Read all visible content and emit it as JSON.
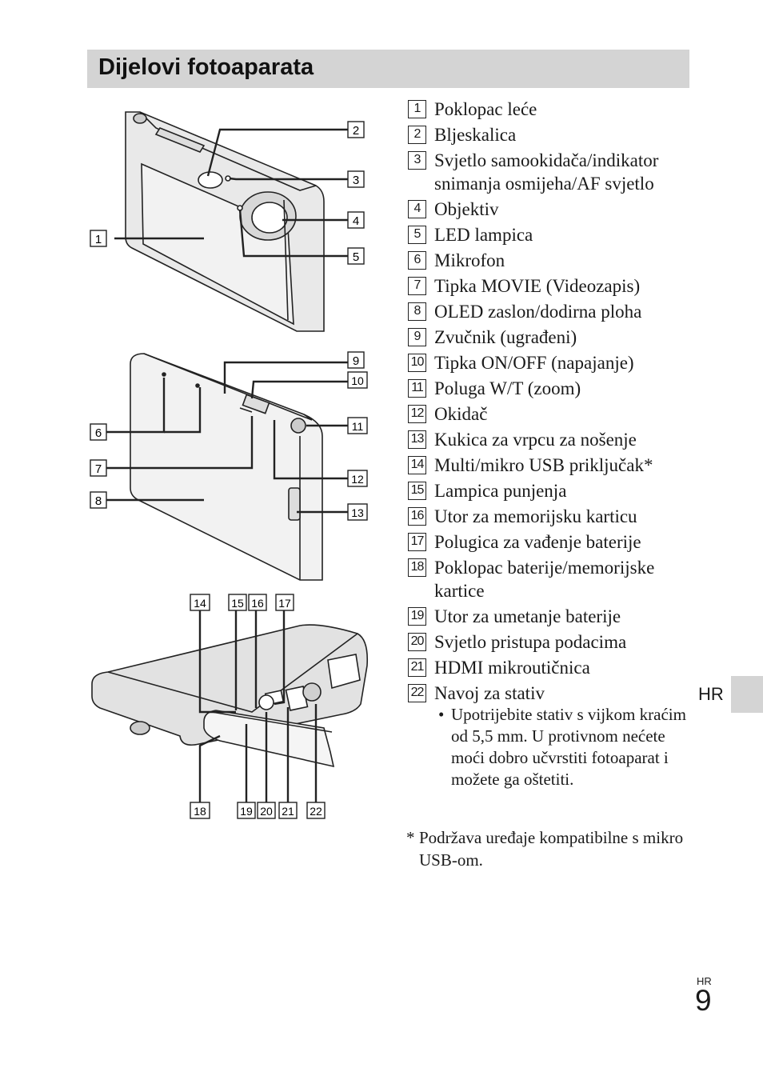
{
  "title": "Dijelovi fotoaparata",
  "parts": [
    {
      "num": "1",
      "label": "Poklopac leće"
    },
    {
      "num": "2",
      "label": "Bljeskalica"
    },
    {
      "num": "3",
      "label": "Svjetlo samookidača/indikator snimanja osmijeha/AF svjetlo"
    },
    {
      "num": "4",
      "label": "Objektiv"
    },
    {
      "num": "5",
      "label": "LED lampica"
    },
    {
      "num": "6",
      "label": "Mikrofon"
    },
    {
      "num": "7",
      "label": "Tipka MOVIE (Videozapis)"
    },
    {
      "num": "8",
      "label": "OLED zaslon/dodirna ploha"
    },
    {
      "num": "9",
      "label": "Zvučnik (ugrađeni)"
    },
    {
      "num": "10",
      "label": "Tipka ON/OFF (napajanje)"
    },
    {
      "num": "11",
      "label": "Poluga W/T (zoom)"
    },
    {
      "num": "12",
      "label": "Okidač"
    },
    {
      "num": "13",
      "label": "Kukica za vrpcu za nošenje"
    },
    {
      "num": "14",
      "label": "Multi/mikro USB priključak*"
    },
    {
      "num": "15",
      "label": "Lampica punjenja"
    },
    {
      "num": "16",
      "label": "Utor za memorijsku karticu"
    },
    {
      "num": "17",
      "label": "Polugica za vađenje baterije"
    },
    {
      "num": "18",
      "label": "Poklopac baterije/memorijske kartice"
    },
    {
      "num": "19",
      "label": "Utor za umetanje baterije"
    },
    {
      "num": "20",
      "label": "Svjetlo pristupa podacima"
    },
    {
      "num": "21",
      "label": "HDMI mikroutičnica"
    },
    {
      "num": "22",
      "label": "Navoj za stativ"
    }
  ],
  "tripod_note_bullet": "•",
  "tripod_note": "Upotrijebite stativ s vijkom kraćim od 5,5 mm. U protivnom nećete moći dobro učvrstiti fotoaparat i možete ga oštetiti.",
  "footnote_marker": "*",
  "footnote": "Podržava uređaje kompatibilne s mikro USB-om.",
  "language_tab": "HR",
  "page_lang": "HR",
  "page_number": "9"
}
